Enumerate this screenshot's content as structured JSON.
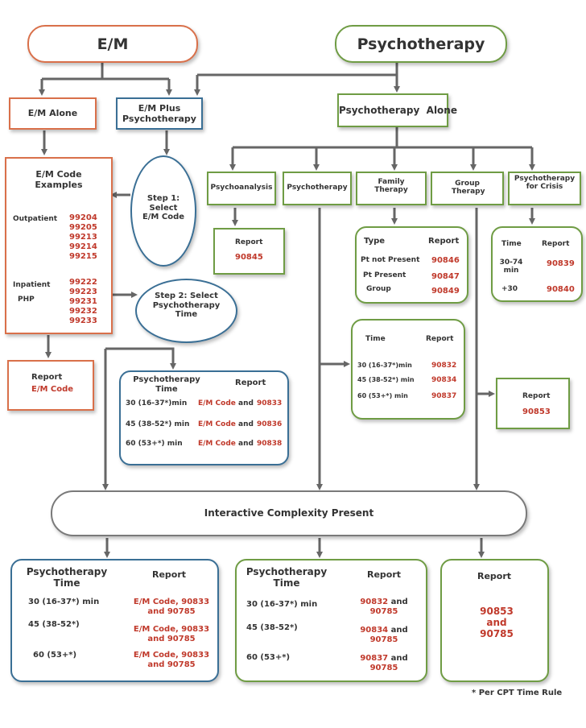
{
  "em": {
    "title": "E/M",
    "alone": "E/M Alone",
    "plus": "E/M Plus Psychotherapy",
    "examples_title": "E/M Code Examples",
    "outpatient_label": "Outpatient",
    "outpatient_codes": [
      "99204",
      "99205",
      "99213",
      "99214",
      "99215"
    ],
    "inpatient_label": "Inpatient",
    "php_label": "PHP",
    "inpatient_codes": [
      "99222",
      "99223",
      "99231",
      "99232",
      "99233"
    ],
    "report_label": "Report",
    "report_value": "E/M Code",
    "step1": "Step 1: Select E/M Code",
    "step2": "Step 2: Select Psychotherapy Time"
  },
  "plus_table": {
    "head_time": "Psychotherapy Time",
    "head_report": "Report",
    "rows": [
      {
        "time": "30 (16-37*)min",
        "em": "E/M Code",
        "and": "and",
        "code": "90833"
      },
      {
        "time": "45 (38-52*) min",
        "em": "E/M Code",
        "and": "and",
        "code": "90836"
      },
      {
        "time": "60 (53+*) min",
        "em": "E/M Code",
        "and": "and",
        "code": "90838"
      }
    ]
  },
  "psy": {
    "title": "Psychotherapy",
    "alone": "Psychotherapy  Alone",
    "categories": [
      "Psychoanalysis",
      "Psychotherapy",
      "Family Therapy",
      "Group Therapy",
      "Psychotherapy for Crisis"
    ]
  },
  "psychoanalysis_report": {
    "label": "Report",
    "code": "90845"
  },
  "family": {
    "head_type": "Type",
    "head_report": "Report",
    "rows": [
      {
        "type": "Pt not Present",
        "code": "90846"
      },
      {
        "type": "Pt Present",
        "code": "90847"
      },
      {
        "type": "Group",
        "code": "90849"
      }
    ]
  },
  "crisis": {
    "head_time": "Time",
    "head_report": "Report",
    "rows": [
      {
        "time": "30-74 min",
        "code": "90839"
      },
      {
        "time": "+30",
        "code": "90840"
      }
    ]
  },
  "psy_table": {
    "head_time": "Time",
    "head_report": "Report",
    "rows": [
      {
        "time": "30 (16-37*)min",
        "code": "90832"
      },
      {
        "time": "45 (38-52*) min",
        "code": "90834"
      },
      {
        "time": "60 (53+*) min",
        "code": "90837"
      }
    ]
  },
  "group_report": {
    "label": "Report",
    "code": "90853"
  },
  "interactive": {
    "title": "Interactive Complexity Present"
  },
  "ic_em": {
    "head_time": "Psychotherapy Time",
    "head_report": "Report",
    "rows": [
      {
        "time": "30 (16-37*) min",
        "report": "E/M Code, 90833 and 90785"
      },
      {
        "time": "45 (38-52*)",
        "report": "E/M Code, 90833 and 90785"
      },
      {
        "time": "60 (53+*)",
        "report": "E/M Code, 90833 and 90785"
      }
    ]
  },
  "ic_psy": {
    "head_time": "Psychotherapy Time",
    "head_report": "Report",
    "rows": [
      {
        "time": "30 (16-37*) min",
        "report": "90832 and 90785"
      },
      {
        "time": "45 (38-52*)",
        "report": "90834 and 90785"
      },
      {
        "time": "60 (53+*)",
        "report": "90837 and 90785"
      }
    ]
  },
  "ic_group": {
    "head_report": "Report",
    "codes": "90853 and 90785"
  },
  "footnote": "* Per CPT Time Rule",
  "colors": {
    "em": "#d9704a",
    "em_plus": "#3a6f95",
    "psychotherapy": "#6f9c44",
    "code": "#c0392b",
    "connector": "#666666"
  }
}
